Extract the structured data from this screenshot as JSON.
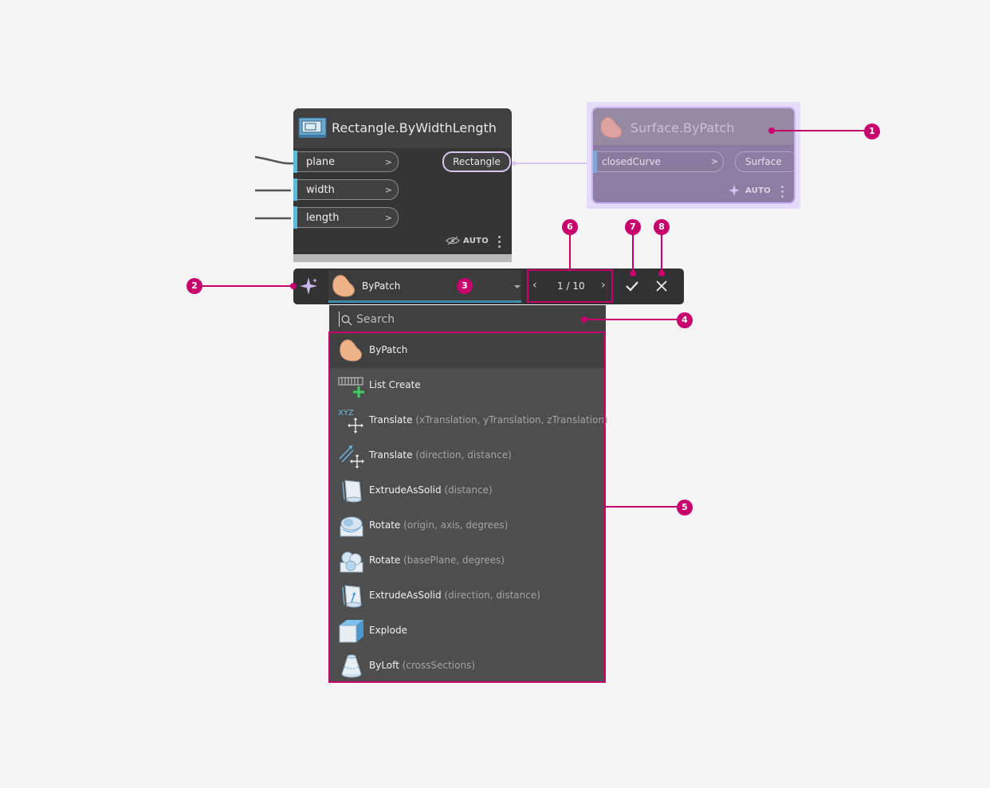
{
  "colors": {
    "accent_callout": "#c8006e",
    "port_stripe": "#5fb7d9",
    "ghost_node": "#8e7ca2",
    "toolbar": "#323232"
  },
  "rectangle_node": {
    "title": "Rectangle.ByWidthLength",
    "icon": "rectangle-icon",
    "inputs": [
      "plane",
      "width",
      "length"
    ],
    "output": "Rectangle",
    "mode": "AUTO"
  },
  "surface_node": {
    "title": "Surface.ByPatch",
    "icon": "patch-blob-icon",
    "input": "closedCurve",
    "output": "Surface",
    "mode": "AUTO"
  },
  "toolbar": {
    "selected": "ByPatch",
    "pager": "1 / 10"
  },
  "search": {
    "placeholder": "Search"
  },
  "results": [
    {
      "name": "ByPatch",
      "args": "",
      "icon": "patch-blob-icon"
    },
    {
      "name": "List Create",
      "args": "",
      "icon": "list-create-icon"
    },
    {
      "name": "Translate",
      "args": "(xTranslation, yTranslation, zTranslation)",
      "icon": "translate-xyz-icon"
    },
    {
      "name": "Translate",
      "args": "(direction, distance)",
      "icon": "translate-direction-icon"
    },
    {
      "name": "ExtrudeAsSolid",
      "args": "(distance)",
      "icon": "extrude-solid-icon"
    },
    {
      "name": "Rotate",
      "args": "(origin, axis, degrees)",
      "icon": "rotate-axis-icon"
    },
    {
      "name": "Rotate",
      "args": "(basePlane, degrees)",
      "icon": "rotate-plane-icon"
    },
    {
      "name": "ExtrudeAsSolid",
      "args": "(direction, distance)",
      "icon": "extrude-direction-icon"
    },
    {
      "name": "Explode",
      "args": "",
      "icon": "explode-cube-icon"
    },
    {
      "name": "ByLoft",
      "args": "(crossSections)",
      "icon": "loft-icon"
    }
  ],
  "callouts": [
    "1",
    "2",
    "3",
    "4",
    "5",
    "6",
    "7",
    "8"
  ]
}
